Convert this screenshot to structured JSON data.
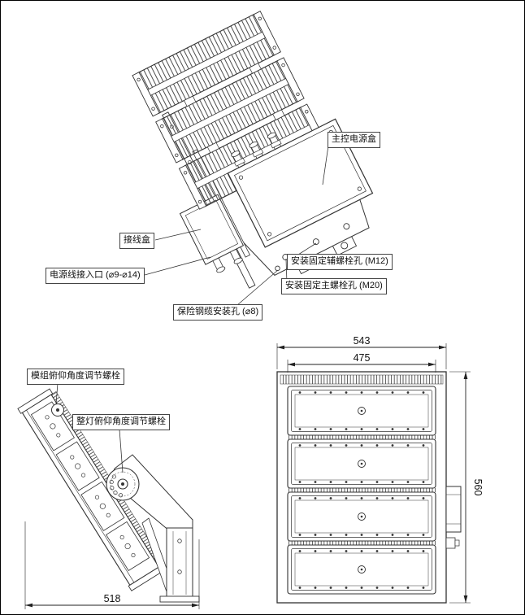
{
  "iso_view": {
    "labels": {
      "main_power_box": "主控电源盒",
      "junction_box": "接线盒",
      "power_entry": "电源线接入口 (⌀9-⌀14)",
      "aux_mount_hole": "安装固定辅螺栓孔 (M12)",
      "main_mount_hole": "安装固定主螺栓孔 (M20)",
      "safety_cable_hole": "保险钢缆安装孔 (⌀8)"
    }
  },
  "side_view": {
    "labels": {
      "module_tilt_bolt": "模组俯仰角度调节螺栓",
      "lamp_tilt_bolt": "整灯俯仰角度调节螺栓"
    },
    "dimensions": {
      "overall_width": "518"
    }
  },
  "front_view": {
    "dimensions": {
      "overall_width": "543",
      "module_width": "475",
      "overall_height": "560"
    }
  },
  "colors": {
    "line": "#333333",
    "dim": "#222222",
    "background": "#ffffff"
  }
}
